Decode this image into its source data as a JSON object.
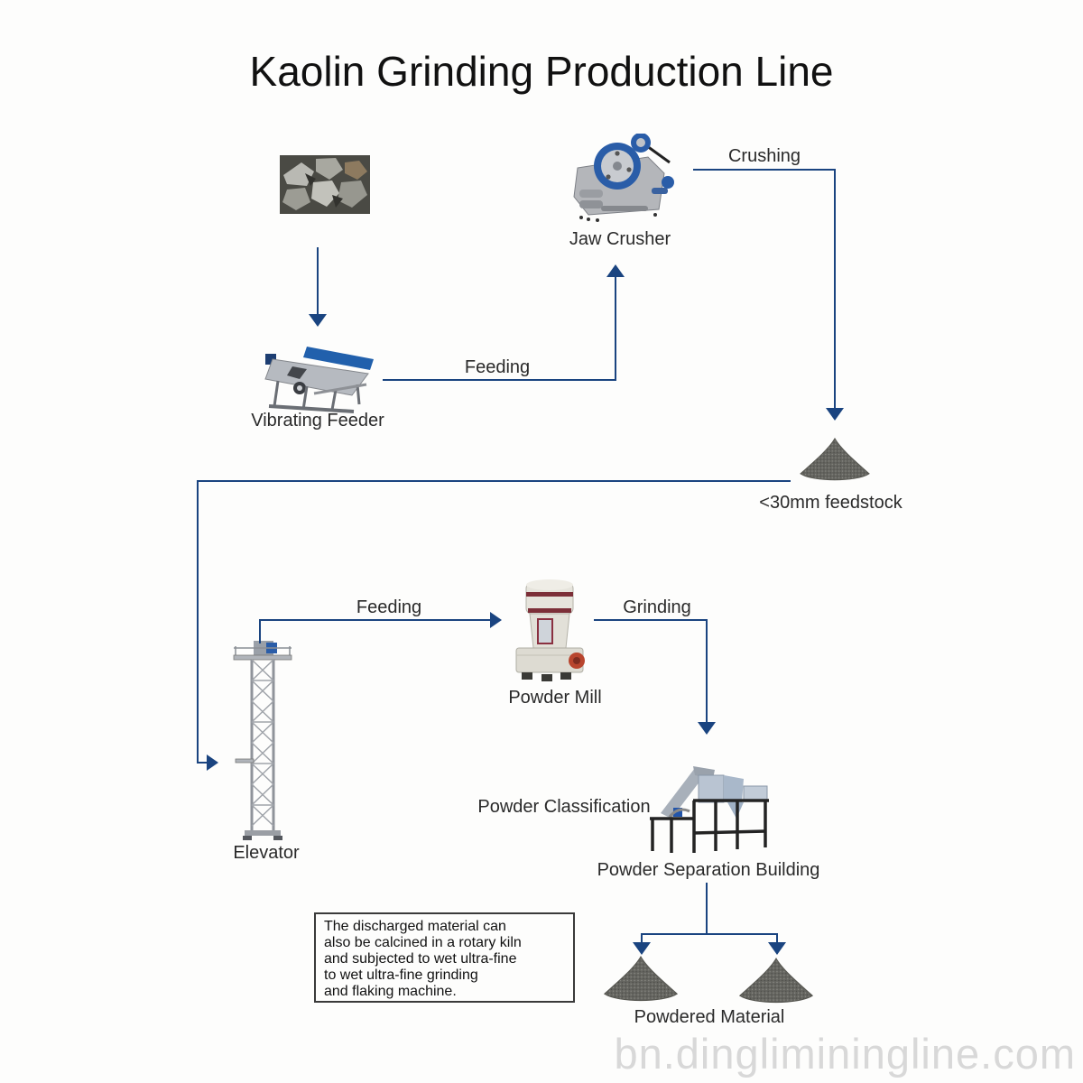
{
  "title": "Kaolin Grinding Production Line",
  "watermark": "bn.dingliminingline.com",
  "colors": {
    "arrow": "#1a4480",
    "label": "#2a2a2a",
    "watermark": "#d8d8d8"
  },
  "nodes": {
    "raw_material": {
      "icon": "rock-material-photo"
    },
    "jaw_crusher": {
      "label": "Jaw Crusher",
      "icon": "jaw-crusher-machine"
    },
    "vibrating_feeder": {
      "label": "Vibrating Feeder",
      "icon": "vibrating-feeder-machine"
    },
    "feedstock": {
      "label": "<30mm feedstock",
      "icon": "material-pile"
    },
    "elevator": {
      "label": "Elevator",
      "icon": "bucket-elevator-tower"
    },
    "powder_mill": {
      "label": "Powder Mill",
      "icon": "grinding-mill-machine"
    },
    "powder_classification": {
      "label": "Powder Classification"
    },
    "separation_building": {
      "label": "Powder Separation Building",
      "icon": "separation-building-machine"
    },
    "powdered_material": {
      "label": "Powdered Material",
      "icon": "material-pile"
    }
  },
  "edges": {
    "crushing": {
      "label": "Crushing"
    },
    "feeding_to_crusher": {
      "label": "Feeding"
    },
    "feeding_to_mill": {
      "label": "Feeding"
    },
    "grinding": {
      "label": "Grinding"
    }
  },
  "note": {
    "lines": [
      "The discharged material can",
      "also be calcined in a rotary kiln",
      "and subjected to wet ultra-fine",
      "to wet ultra-fine grinding",
      "and flaking machine."
    ]
  }
}
